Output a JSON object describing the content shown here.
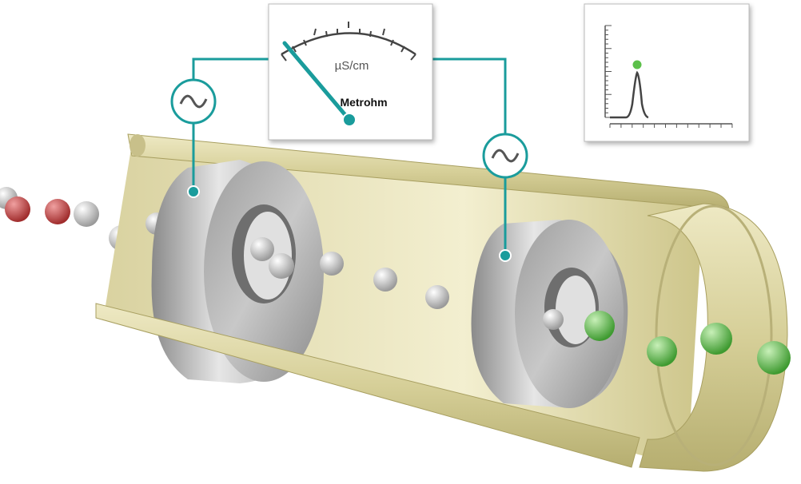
{
  "meter": {
    "unit_label": "µS/cm",
    "brand_logo": "Metrohm",
    "needle_color": "#1a9c9c"
  },
  "colors": {
    "wire": "#1a9c9c",
    "tube": "#d9d3a0",
    "cation": "#c84848",
    "eluent": "#d8d8d8",
    "analyte": "#6cc35a"
  },
  "icons": {
    "electrode_source": "ac-sine-icon",
    "detector_ring": "electrode-ring"
  }
}
